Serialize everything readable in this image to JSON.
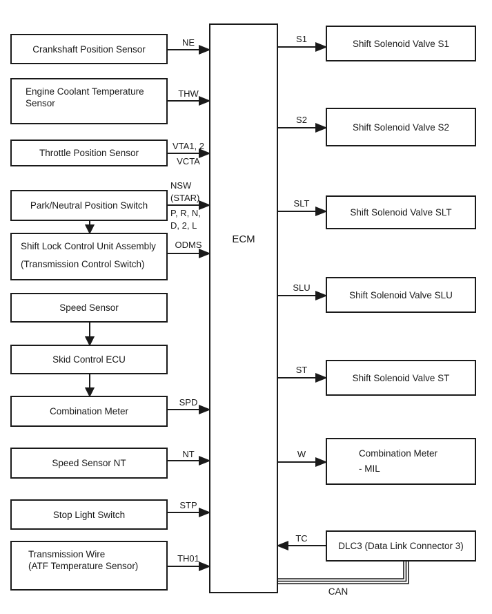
{
  "ecm": {
    "label": "ECM"
  },
  "bus": {
    "label": "CAN"
  },
  "left": {
    "crankshaft": {
      "label": "Crankshaft Position Sensor",
      "signal": "NE"
    },
    "coolant": {
      "line1": "Engine Coolant Temperature",
      "line2": "Sensor",
      "signal": "THW"
    },
    "throttle": {
      "label": "Throttle Position Sensor",
      "signal_above": "VTA1, 2",
      "signal_below": "VCTA"
    },
    "park_neutral": {
      "label": "Park/Neutral Position Switch",
      "signal_above1": "NSW",
      "signal_above2": "(STAR)",
      "signal_below1": "P, R, N,",
      "signal_below2": "D, 2, L"
    },
    "shift_lock": {
      "line1": "Shift Lock Control Unit Assembly",
      "line2": "(Transmission Control Switch)",
      "signal": "ODMS"
    },
    "speed_sensor": {
      "label": "Speed Sensor"
    },
    "skid_ecu": {
      "label": "Skid Control ECU"
    },
    "combination_meter": {
      "label": "Combination Meter",
      "signal": "SPD"
    },
    "speed_sensor_nt": {
      "label": "Speed Sensor NT",
      "signal": "NT"
    },
    "stop_light": {
      "label": "Stop Light Switch",
      "signal": "STP"
    },
    "transmission_wire": {
      "line1": "Transmission Wire",
      "line2": "(ATF Temperature Sensor)",
      "signal": "TH01"
    }
  },
  "right": {
    "s1": {
      "label": "Shift Solenoid Valve S1",
      "signal": "S1"
    },
    "s2": {
      "label": "Shift Solenoid Valve S2",
      "signal": "S2"
    },
    "slt": {
      "label": "Shift Solenoid Valve SLT",
      "signal": "SLT"
    },
    "slu": {
      "label": "Shift Solenoid Valve SLU",
      "signal": "SLU"
    },
    "st": {
      "label": "Shift Solenoid Valve ST",
      "signal": "ST"
    },
    "mil": {
      "line1": "Combination Meter",
      "line2": "- MIL",
      "signal": "W"
    },
    "dlc3": {
      "label": "DLC3 (Data Link Connector 3)",
      "signal": "TC"
    }
  },
  "colors": {
    "line": "#1a1a1a",
    "background": "#ffffff",
    "text": "#1a1a1a"
  }
}
